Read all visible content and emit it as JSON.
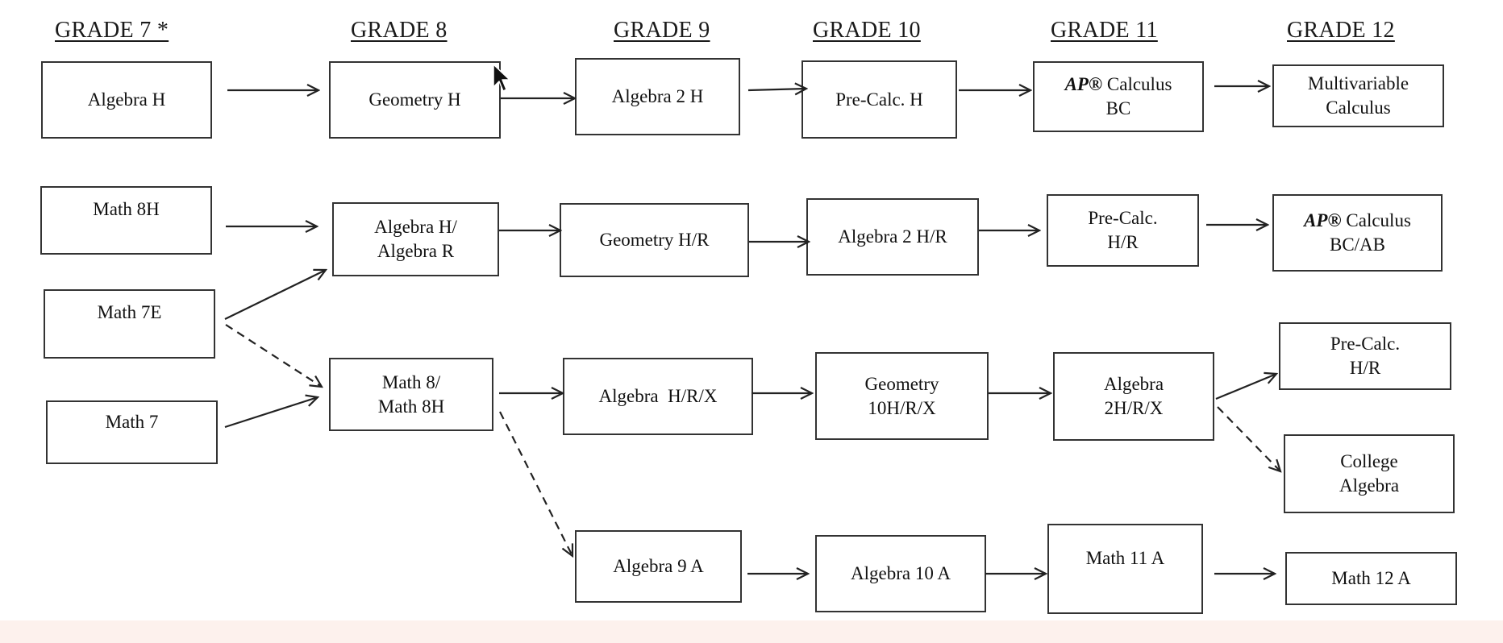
{
  "headers": {
    "g7": "GRADE 7 *",
    "g8": "GRADE 8",
    "g9": "GRADE 9",
    "g10": "GRADE 10",
    "g11": "GRADE 11",
    "g12": "GRADE 12"
  },
  "courses": {
    "r1": {
      "g7": "Algebra H",
      "g8": "Geometry H",
      "g9": "Algebra 2 H",
      "g10": "Pre-Calc. H",
      "g11_prefix": "AP®",
      "g11_line1": " Calculus",
      "g11_line2": "BC",
      "g12_line1": "Multivariable",
      "g12_line2": "Calculus"
    },
    "r2": {
      "g7": "Math 8H",
      "g8_line1": "Algebra H/",
      "g8_line2": "Algebra R",
      "g9": "Geometry H/R",
      "g10": "Algebra 2 H/R",
      "g11_line1": "Pre-Calc.",
      "g11_line2": "H/R",
      "g12_prefix": "AP®",
      "g12_line1": " Calculus",
      "g12_line2": "BC/AB"
    },
    "r3": {
      "g7": "Math 7E",
      "g8_line1": "Math 8/",
      "g8_line2": "Math 8H",
      "g9": "Algebra  H/R/X",
      "g10_line1": "Geometry",
      "g10_line2": "10H/R/X",
      "g11_line1": "Algebra",
      "g11_line2": "2H/R/X",
      "g12_line1": "Pre-Calc.",
      "g12_line2": "H/R"
    },
    "r4": {
      "g7": "Math 7",
      "g12_line1": "College",
      "g12_line2": "Algebra"
    },
    "r5": {
      "g9": "Algebra 9 A",
      "g10": "Algebra 10 A",
      "g11": "Math 11 A",
      "g12": "Math 12 A"
    }
  }
}
